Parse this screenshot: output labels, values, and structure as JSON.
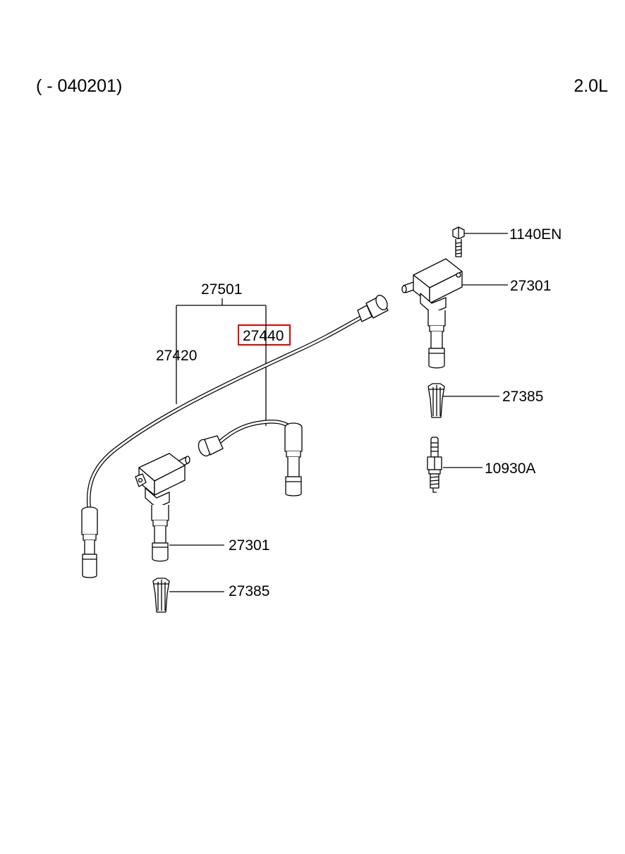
{
  "header": {
    "range": "( - 040201)",
    "engine": "2.0L"
  },
  "parts": {
    "bolt": "1140EN",
    "coil_upper": "27301",
    "boot_upper": "27385",
    "spark_plug": "10930A",
    "cable_set": "27501",
    "cable_long": "27420",
    "cable_short": "27440",
    "coil_lower": "27301",
    "boot_lower": "27385"
  },
  "highlight": {
    "part": "27440",
    "color": "#e00000"
  }
}
